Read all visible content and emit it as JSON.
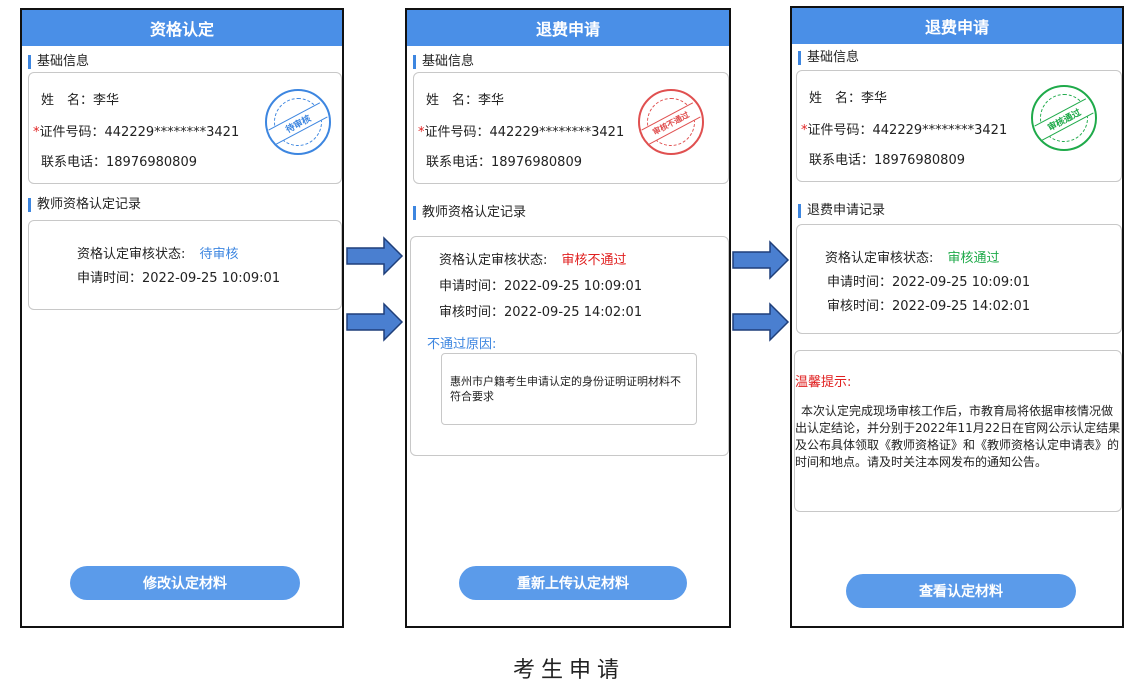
{
  "colors": {
    "accent": "#4a8fe7",
    "pending": "#3d86e0",
    "fail": "#e02020",
    "pass": "#1faa4a"
  },
  "phones": [
    {
      "title": "资格认定",
      "basic_title": "基础信息",
      "name_label": "姓　名：",
      "name_value": "李华",
      "id_label": "证件号码：",
      "id_value": "442229********3421",
      "phone_label": "联系电话：",
      "phone_value": "18976980809",
      "stamp_text": "待审核",
      "record_title": "教师资格认定记录",
      "status_label": "资格认定审核状态: ",
      "status_value": "待审核",
      "apply_label": "申请时间：",
      "apply_time": "2022-09-25 10:09:01",
      "button": "修改认定材料"
    },
    {
      "title": "退费申请",
      "basic_title": "基础信息",
      "name_label": "姓　名：",
      "name_value": "李华",
      "id_label": "证件号码：",
      "id_value": "442229********3421",
      "phone_label": "联系电话：",
      "phone_value": "18976980809",
      "stamp_text": "审核不通过",
      "record_title": "教师资格认定记录",
      "status_label": "资格认定审核状态: ",
      "status_value": "审核不通过",
      "apply_label": "申请时间：",
      "apply_time": "2022-09-25 10:09:01",
      "review_label": "审核时间：",
      "review_time": "2022-09-25 14:02:01",
      "reason_title": "不通过原因:",
      "reason_text": "惠州市户籍考生申请认定的身份证明证明材料不符合要求",
      "button": "重新上传认定材料"
    },
    {
      "title": "退费申请",
      "basic_title": "基础信息",
      "name_label": "姓　名：",
      "name_value": "李华",
      "id_label": "证件号码：",
      "id_value": "442229********3421",
      "phone_label": "联系电话：",
      "phone_value": "18976980809",
      "stamp_text": "审核通过",
      "record_title": "退费申请记录",
      "status_label": "资格认定审核状态: ",
      "status_value": "审核通过",
      "apply_label": "申请时间：",
      "apply_time": "2022-09-25 10:09:01",
      "review_label": "审核时间：",
      "review_time": "2022-09-25 14:02:01",
      "tip_title": "温馨提示:",
      "tip_text": "本次认定完成现场审核工作后，市教育局将依据审核情况做出认定结论，并分别于2022年11月22日在官网公示认定结果及公布具体领取《教师资格证》和《教师资格认定申请表》的时间和地点。请及时关注本网发布的通知公告。",
      "button": "查看认定材料"
    }
  ],
  "caption": "考生申请"
}
